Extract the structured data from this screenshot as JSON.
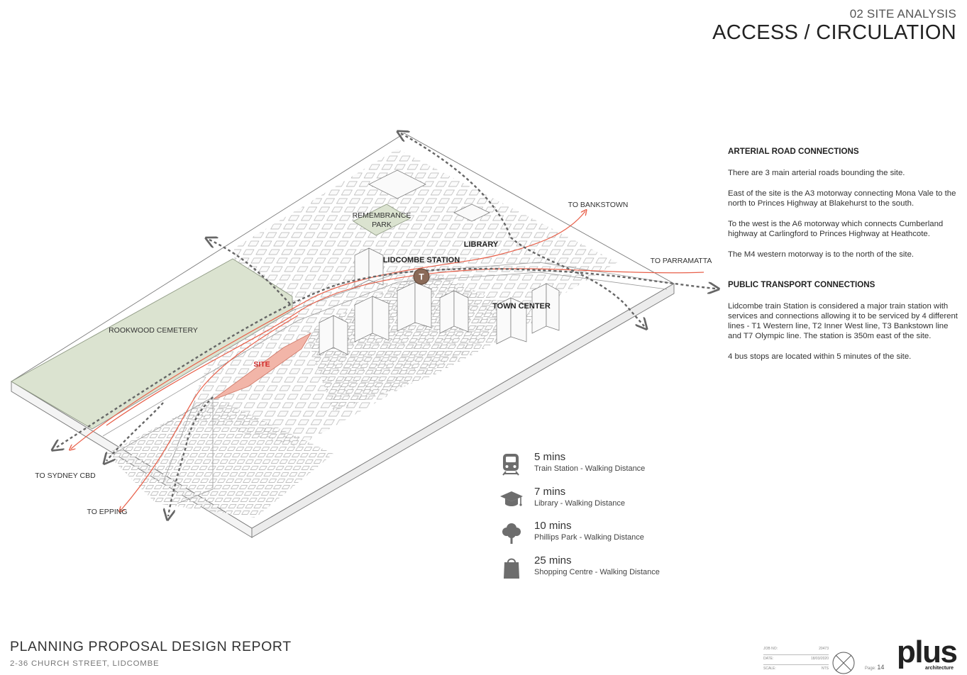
{
  "header": {
    "section": "02 SITE ANALYSIS",
    "title": "ACCESS / CIRCULATION"
  },
  "map": {
    "labels": {
      "remembrance_park_1": "REMEMBRANCE",
      "remembrance_park_2": "PARK",
      "library": "LIBRARY",
      "lidcombe_station": "LIDCOMBE STATION",
      "station_marker": "T",
      "town_center": "TOWN CENTER",
      "rookwood_cemetery": "ROOKWOOD CEMETERY",
      "site": "SITE",
      "to_bankstown": "TO BANKSTOWN",
      "to_parramatta": "TO PARRAMATTA",
      "to_sydney_cbd": "TO SYDNEY CBD",
      "to_epping": "TO EPPING"
    },
    "colors": {
      "cemetery": "#dbe3d0",
      "site": "#f2b5a8",
      "rail": "#e8604a",
      "road_arrow": "#666666",
      "station_badge": "#8a6a58"
    }
  },
  "info": {
    "arterial_heading": "ARTERIAL ROAD CONNECTIONS",
    "arterial_p1": "There are 3 main arterial roads bounding the site.",
    "arterial_p2": "East of the site is the A3 motorway connecting Mona Vale to the north to Princes Highway at Blakehurst to the south.",
    "arterial_p3": "To the west is the A6 motorway which connects Cumberland highway at Carlingford to Princes Highway at Heathcote.",
    "arterial_p4": "The M4 western motorway is to the north of the site.",
    "transport_heading": "PUBLIC TRANSPORT CONNECTIONS",
    "transport_p1": "Lidcombe train Station is considered a major train station with services and connections allowing it to be serviced by 4 different lines - T1 Western line, T2 Inner West line, T3 Bankstown line and T7 Olympic line. The station is 350m east of the site.",
    "transport_p2": "4 bus stops are located within 5 minutes of the site."
  },
  "legend": [
    {
      "icon": "train-icon",
      "time": "5 mins",
      "desc": "Train Station - Walking Distance"
    },
    {
      "icon": "graduation-cap-icon",
      "time": "7 mins",
      "desc": "Library - Walking Distance"
    },
    {
      "icon": "tree-icon",
      "time": "10 mins",
      "desc": "Phillips Park - Walking Distance"
    },
    {
      "icon": "shopping-bag-icon",
      "time": "25 mins",
      "desc": "Shopping Centre - Walking Distance"
    }
  ],
  "footer": {
    "report_title": "PLANNING PROPOSAL DESIGN REPORT",
    "address": "2-36 CHURCH STREET, LIDCOMBE",
    "job_no_label": "JOB NO:",
    "job_no": "20473",
    "date_label": "DATE:",
    "date": "18/03/2020",
    "scale_label": "SCALE:",
    "scale": "NTS",
    "page_label": "Page:",
    "page_num": "14",
    "logo": "plus",
    "logo_sub": "architecture"
  }
}
